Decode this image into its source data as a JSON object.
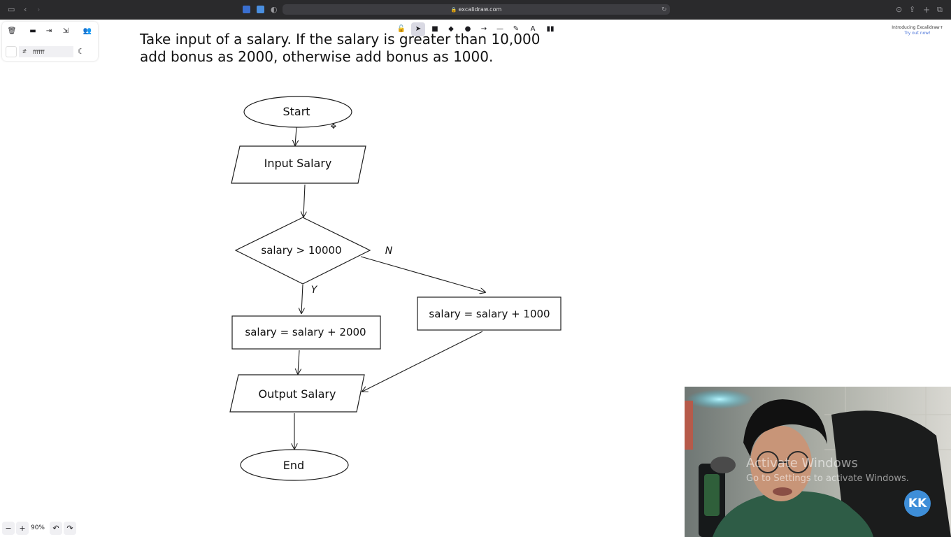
{
  "browser": {
    "url": "excalidraw.com",
    "icons": [
      "sidebar-icon",
      "back-icon",
      "forward-icon",
      "shield-icon",
      "reload-icon",
      "download-icon",
      "share-icon",
      "new-tab-icon",
      "tabs-overview-icon"
    ]
  },
  "left_panel": {
    "color_hex": "ffffff",
    "hash": "#",
    "buttons": [
      "trash-icon",
      "open-icon",
      "save-icon",
      "export-icon",
      "collaborate-icon"
    ]
  },
  "toolbar": {
    "tools": [
      "lock",
      "selection",
      "rectangle",
      "diamond",
      "ellipse",
      "arrow",
      "line",
      "draw",
      "text",
      "library"
    ],
    "active_tool": "selection"
  },
  "promo": {
    "title": "Introducing Excalidraw+",
    "link": "Try out now!"
  },
  "zoom": {
    "minus": "−",
    "plus": "+",
    "level": "90%",
    "undo": "↶",
    "redo": "↷"
  },
  "canvas": {
    "problem_line1": "Take input of a salary. If the salary is greater than 10,000",
    "problem_line2": "add bonus as 2000, otherwise add bonus as 1000.",
    "start": "Start",
    "input": "Input Salary",
    "decision": "salary > 10000",
    "no_label": "N",
    "yes_label": "Y",
    "yes_branch": "salary = salary + 2000",
    "no_branch": "salary = salary + 1000",
    "output": "Output Salary",
    "end": "End"
  },
  "webcam": {
    "watermark_line1": "Activate Windows",
    "watermark_line2": "Go to Settings to activate Windows.",
    "logo": "KK"
  },
  "colors": {
    "browser_bar": "#2a2a2c",
    "stroke": "#1e1e1e",
    "active_tool_bg": "#d9d9e3",
    "logo_blue": "#3e8ed8"
  }
}
